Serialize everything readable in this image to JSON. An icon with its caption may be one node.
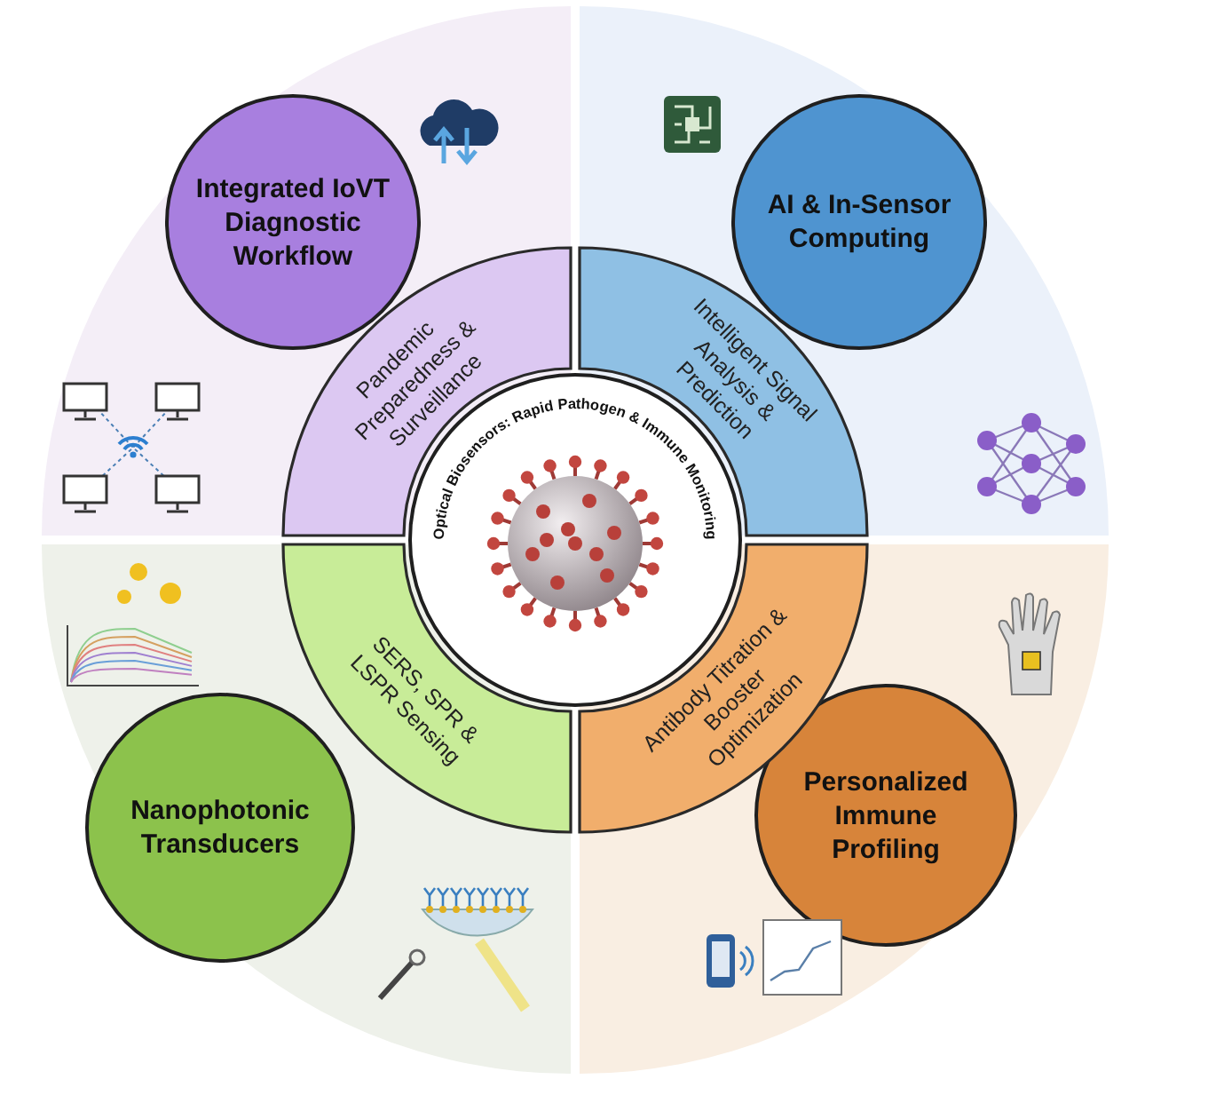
{
  "diagram": {
    "nodes": [
      {
        "text": [
          "Integrated IoVT Diagnostic Workflow"
        ]
      },
      {
        "text": [
          "AI & In-Sensor Computing"
        ]
      },
      {
        "text": [
          "Pandemic Preparedness & Surveillance"
        ]
      },
      {
        "text": [
          "Intelligent Signal Analysis & Prediction"
        ]
      },
      {
        "text": [
          "Optical Biosensors: Rapid Pathogen & Immune Monitoring"
        ]
      },
      {
        "text": [
          "SERS, SPR & LSPR Sensing"
        ]
      },
      {
        "text": [
          "Antibody Titration & Booster Optimization"
        ]
      },
      {
        "text": [
          "Nanophotonic Transducers"
        ]
      },
      {
        "text": [
          "Personalized Immune Profiling"
        ]
      }
    ]
  }
}
